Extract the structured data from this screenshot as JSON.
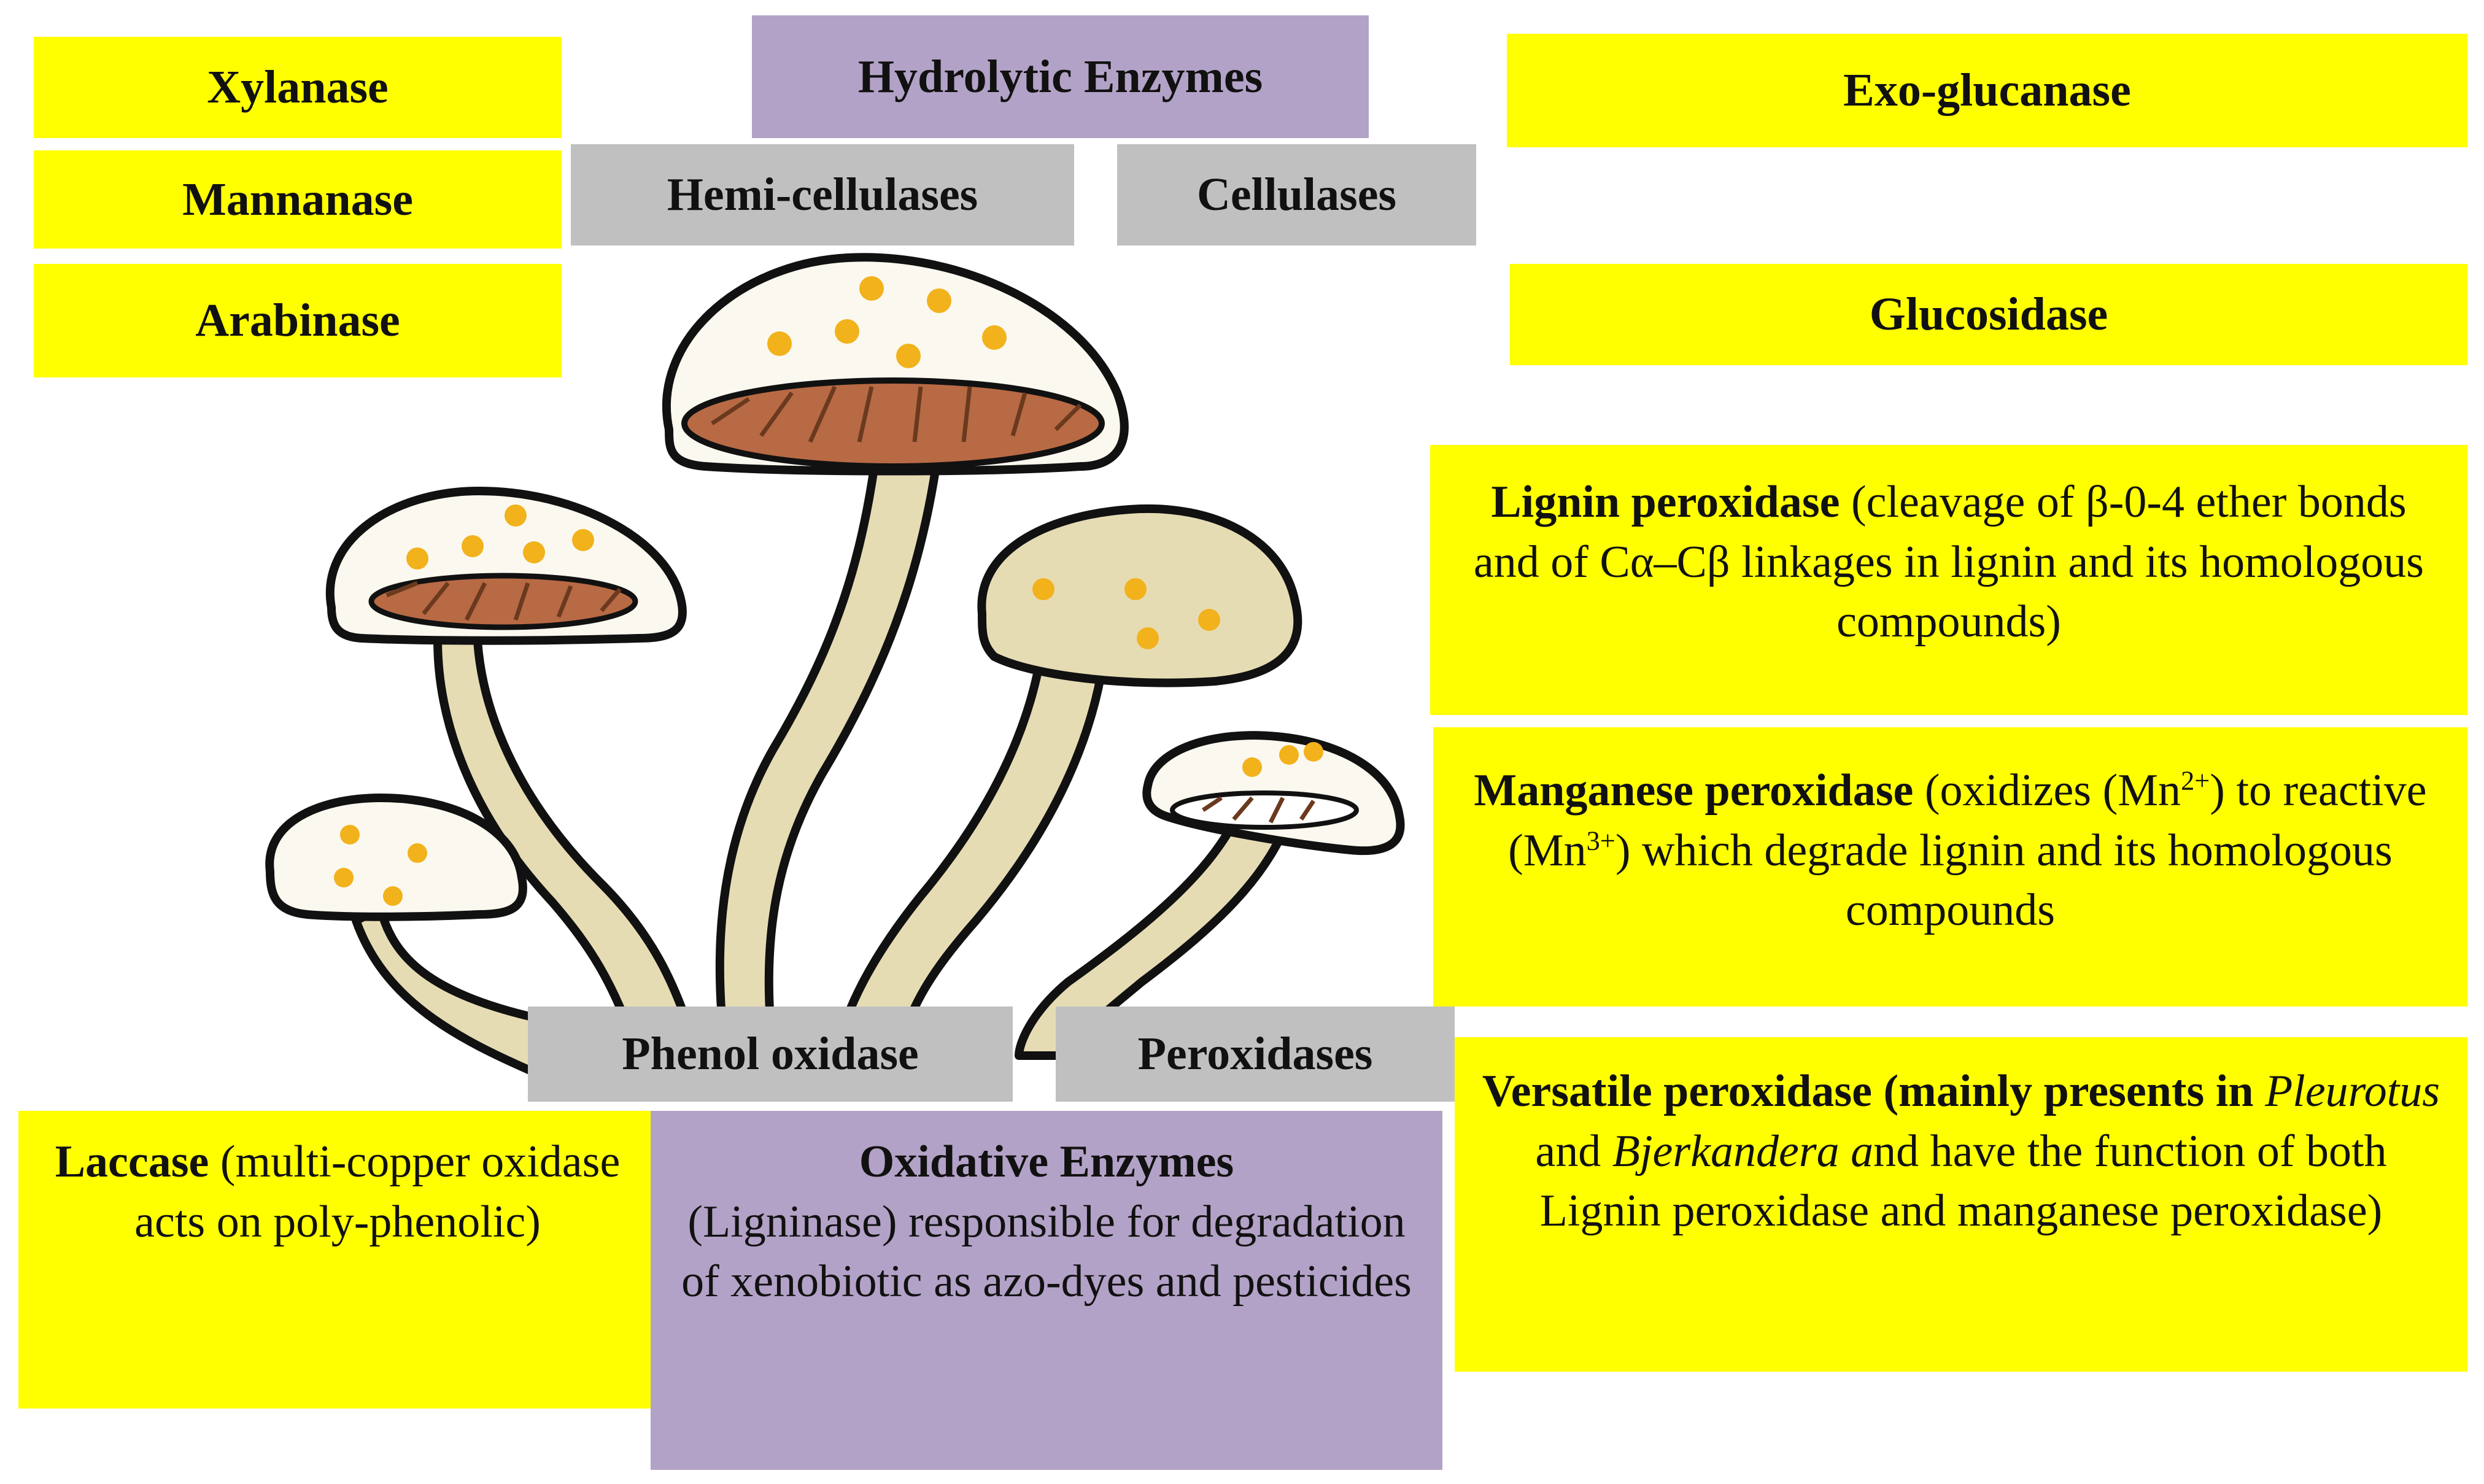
{
  "hydrolytic": {
    "title": "Hydrolytic Enzymes",
    "hemi": "Hemi-cellulases",
    "cellulases": "Cellulases",
    "hemi_items": [
      "Xylanase",
      "Mannanase",
      "Arabinase"
    ],
    "cellulase_items": [
      "Exo-glucanase",
      "Glucosidase"
    ]
  },
  "oxidative": {
    "phenol": "Phenol oxidase",
    "peroxidases": "Peroxidases",
    "title": "Oxidative Enzymes",
    "desc": "(Ligninase) responsible for degradation of xenobiotic as azo-dyes and pesticides",
    "laccase": {
      "name": "Laccase",
      "desc": "(multi-copper oxidase acts on poly-phenolic)"
    },
    "lignin_peroxidase": {
      "name": "Lignin peroxidase",
      "desc": "(cleavage of β-0-4 ether bonds and of Cα–Cβ linkages in lignin and its homologous compounds)"
    },
    "manganese_peroxidase": {
      "name": "Manganese peroxidase",
      "desc_1": "(oxidizes (Mn",
      "sup_1": "2+",
      "desc_2": ") to reactive (Mn",
      "sup_2": "3+",
      "desc_3": ") which degrade lignin and its homologous compounds"
    },
    "versatile_peroxidase": {
      "name_1": "Versatile peroxidase (mainly presents in",
      "genus_1": "Pleurotus",
      "and": "and",
      "genus_2": "Bjerkandera a",
      "rest": "nd have the function of both Lignin peroxidase and manganese peroxidase)"
    }
  },
  "colors": {
    "yellow": "#ffff00",
    "gray": "#c0c0c0",
    "purple": "#b3a2c7",
    "mushroom_stem": "#e6dcb4",
    "mushroom_cap": "#fbf8ef",
    "gills": "#a0522d",
    "spots": "#f2b21c"
  }
}
